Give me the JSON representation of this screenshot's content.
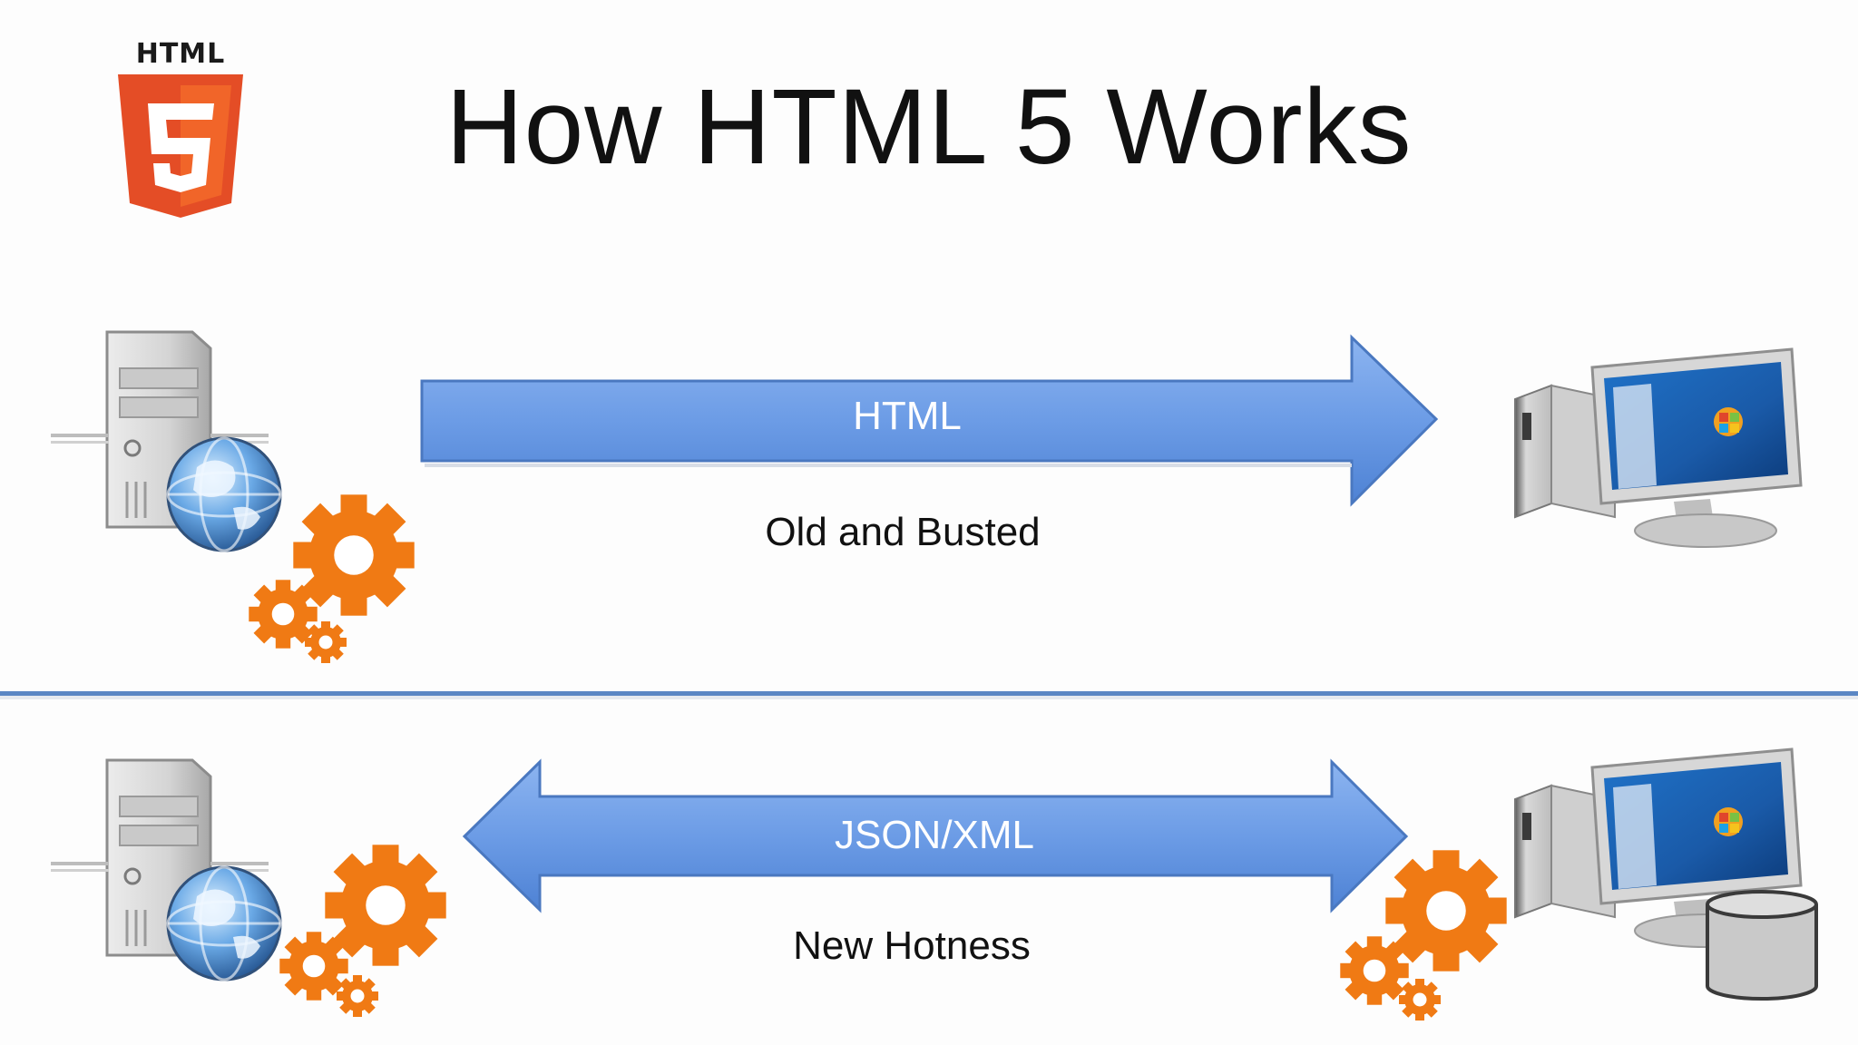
{
  "slide": {
    "title": "How HTML 5 Works",
    "logo": {
      "word": "HTML",
      "digit": "5"
    }
  },
  "top_row": {
    "arrow_label": "HTML",
    "caption": "Old and Busted"
  },
  "bottom_row": {
    "arrow_label": "JSON/XML",
    "caption": "New Hotness"
  },
  "colors": {
    "arrow_fill": "#6f9fe6",
    "arrow_border": "#4a78c0",
    "gear": "#f07a14",
    "divider": "#5b87c4",
    "logo_orange": "#e44d26",
    "logo_light": "#f16529"
  },
  "icons": [
    "server-icon",
    "globe-icon",
    "gear-icon",
    "computer-icon",
    "database-icon",
    "html5-logo"
  ]
}
